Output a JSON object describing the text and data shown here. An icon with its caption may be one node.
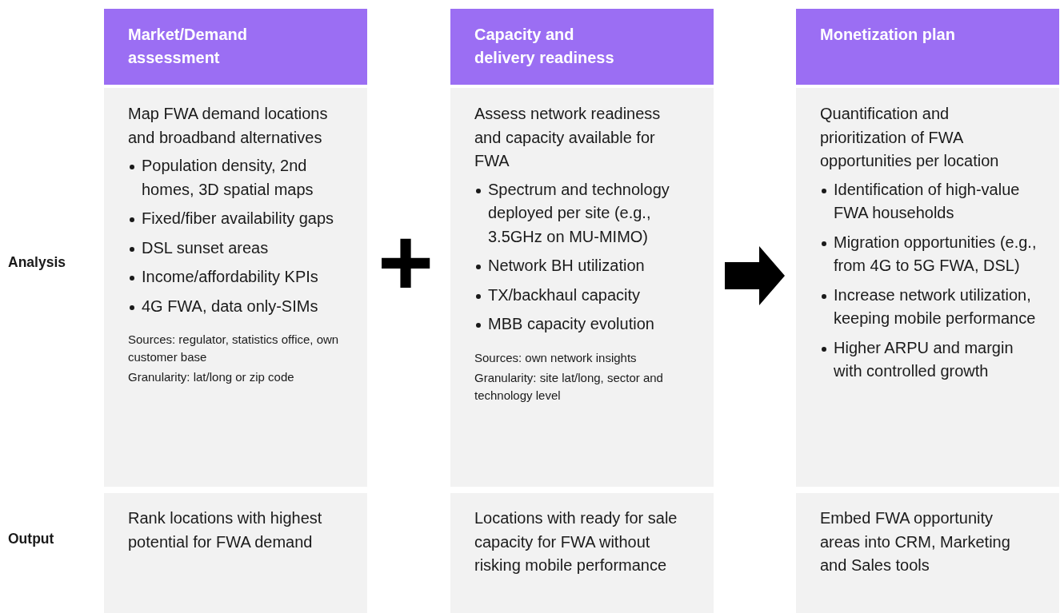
{
  "diagram": {
    "nodes": [
      {
        "text": [
          "Market/Demand assessment"
        ]
      },
      {
        "text": [
          "Map FWA demand locations and broadband alternatives",
          "Population density, 2nd homes, 3D spatial maps",
          "Fixed/fiber availability gaps",
          "DSL sunset areas",
          "Income/affordability KPIs",
          "4G FWA, data only-SIMs",
          "Sources: regulator, statistics office, own customer base",
          "Granularity: lat/long or zip code"
        ]
      },
      {
        "text": [
          "Rank locations with highest potential for FWA demand"
        ]
      },
      {
        "text": [
          "Capacity and delivery readiness"
        ]
      },
      {
        "text": [
          "Assess network readiness and capacity available for FWA",
          "Spectrum and technology deployed per site (e.g., 3.5GHz on MU-MIMO)",
          "Network BH utilization",
          "TX/backhaul capacity",
          "MBB capacity evolution",
          "Sources: own network insights",
          "Granularity: site lat/long, sector and technology level"
        ]
      },
      {
        "text": [
          "Locations with ready for sale capacity for FWA without risking mobile performance"
        ]
      },
      {
        "text": [
          "Monetization plan"
        ]
      },
      {
        "text": [
          "Quantification and prioritization of FWA opportunities per location",
          "Identification of high-value FWA households",
          "Migration opportunities (e.g., from 4G to 5G FWA, DSL)",
          "Increase network utilization, keeping mobile performance",
          "Higher ARPU and margin with controlled growth"
        ]
      },
      {
        "text": [
          "Embed FWA opportunity areas into CRM, Marketing and Sales tools"
        ]
      }
    ],
    "edges": [
      {
        "from": 4,
        "to": 7,
        "arrow": "to",
        "style": "thick"
      }
    ],
    "labels": [
      "Analysis",
      "+",
      "Output"
    ]
  }
}
